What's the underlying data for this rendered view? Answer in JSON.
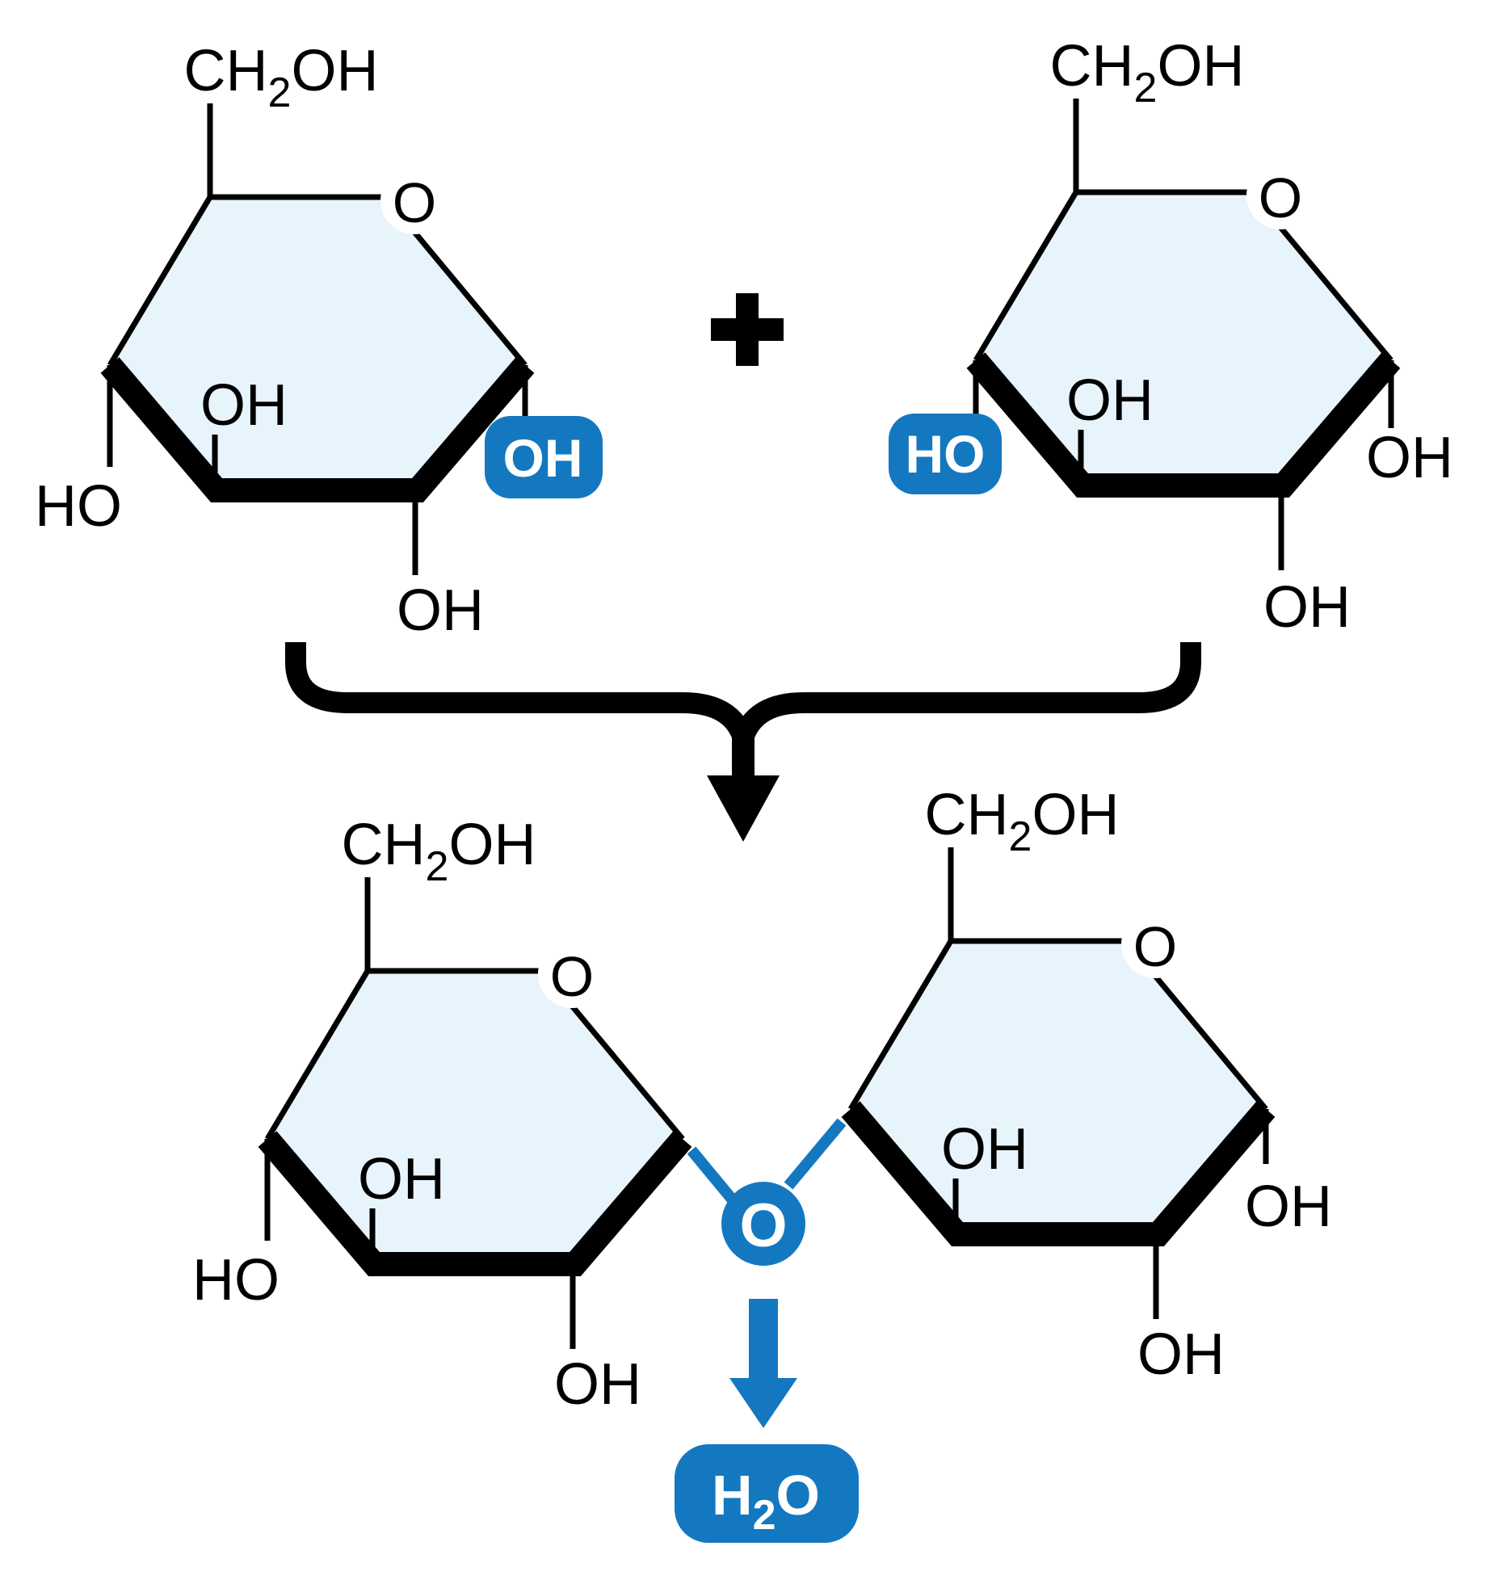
{
  "colors": {
    "ring_fill": "#e8f4fc",
    "bond_black": "#000000",
    "highlight_blue": "#1478c0",
    "badge_text": "#ffffff"
  },
  "operator": {
    "plus": "+"
  },
  "molecules": {
    "reactant_left": {
      "ch2oh": {
        "pre": "CH",
        "sub": "2",
        "post": "OH"
      },
      "ring_o": "O",
      "inner_oh": "OH",
      "ho": "HO",
      "bottom_oh": "OH",
      "highlight_oh": "OH"
    },
    "reactant_right": {
      "ch2oh": {
        "pre": "CH",
        "sub": "2",
        "post": "OH"
      },
      "ring_o": "O",
      "inner_oh": "OH",
      "highlight_ho": "HO",
      "right_oh": "OH",
      "bottom_oh": "OH"
    },
    "product_left": {
      "ch2oh": {
        "pre": "CH",
        "sub": "2",
        "post": "OH"
      },
      "ring_o": "O",
      "inner_oh": "OH",
      "ho": "HO",
      "bottom_oh": "OH"
    },
    "product_right": {
      "ch2oh": {
        "pre": "CH",
        "sub": "2",
        "post": "OH"
      },
      "ring_o": "O",
      "inner_oh": "OH",
      "right_oh": "OH",
      "bottom_oh": "OH"
    }
  },
  "bridge": {
    "oxygen": "O"
  },
  "water": {
    "pre": "H",
    "sub": "2",
    "post": "O"
  }
}
